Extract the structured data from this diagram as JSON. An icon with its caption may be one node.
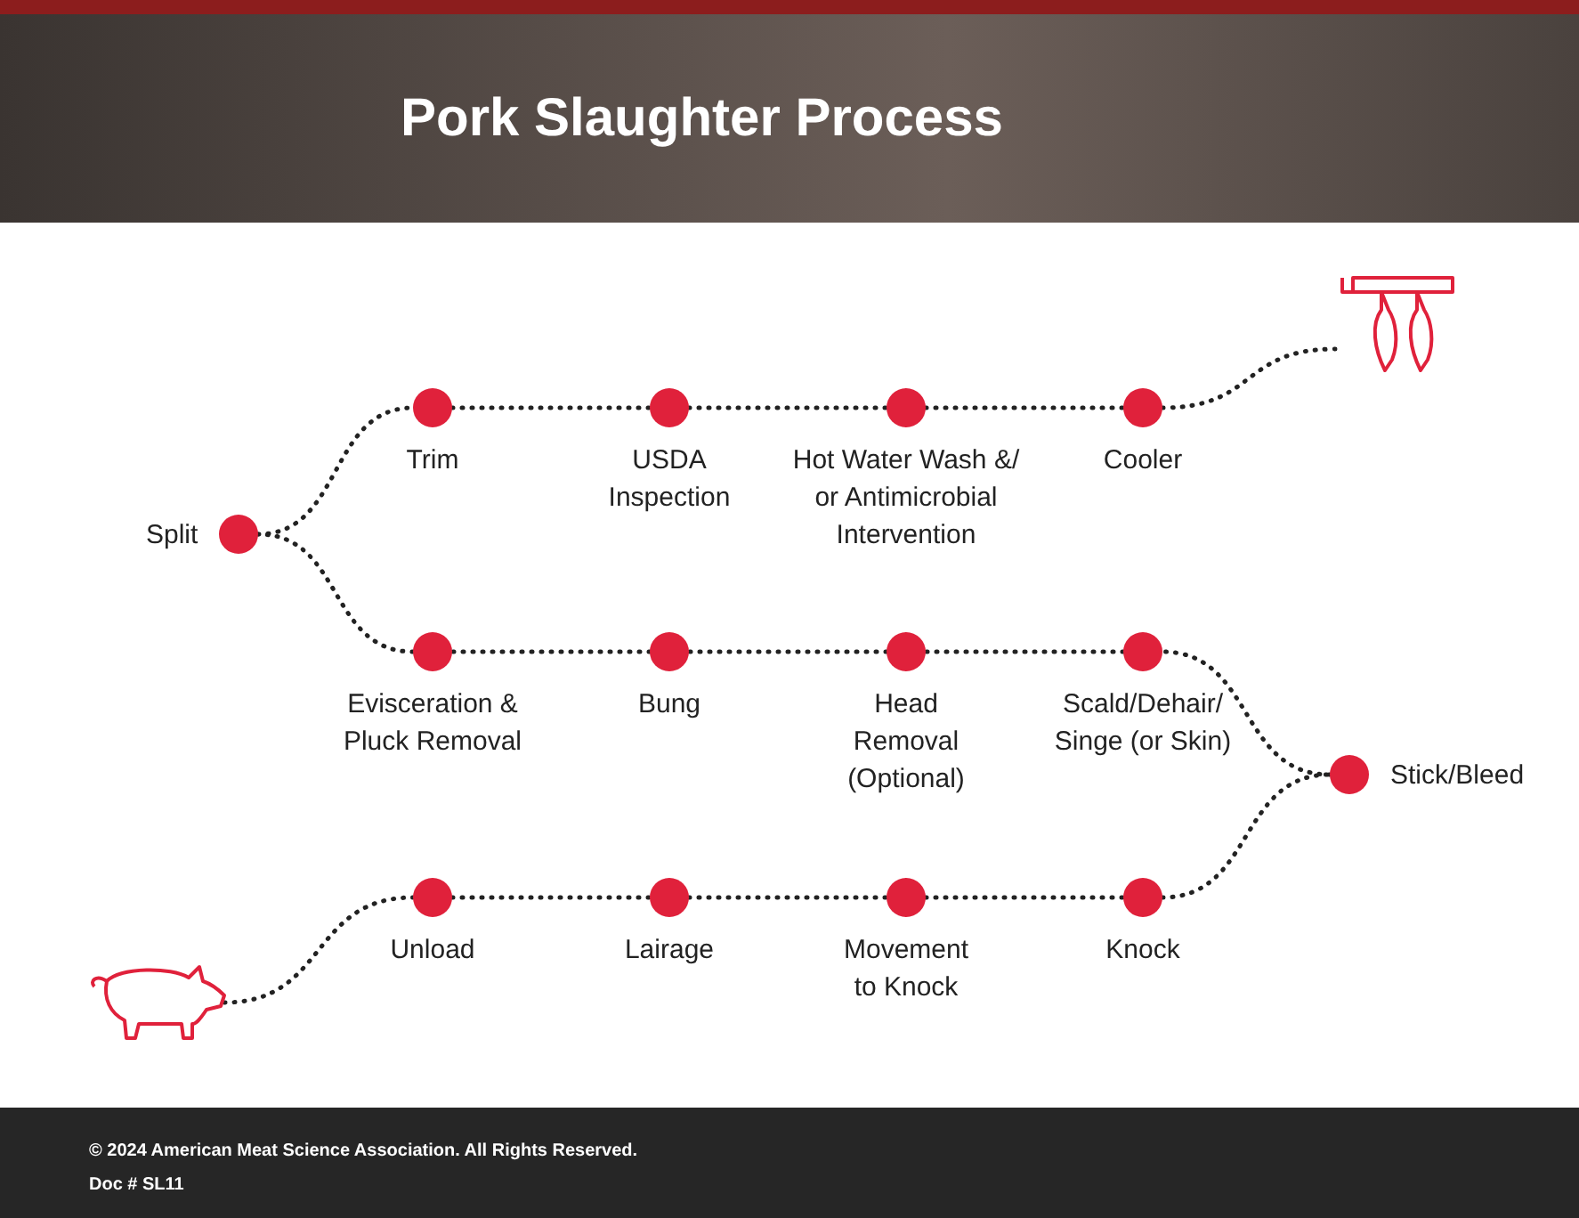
{
  "diagram": {
    "title": "Pork Slaughter Process",
    "nodes": [
      {
        "text": [],
        "shape": "picture"
      },
      {
        "text": [
          "Unload"
        ]
      },
      {
        "text": [
          "Lairage"
        ]
      },
      {
        "text": [
          "Movement to Knock"
        ]
      },
      {
        "text": [
          "Knock"
        ]
      },
      {
        "text": [
          "Stick/Bleed"
        ]
      },
      {
        "text": [
          "Scald/Dehair/ Singe (or Skin)"
        ]
      },
      {
        "text": [
          "Head Removal (Optional)"
        ]
      },
      {
        "text": [
          "Bung"
        ]
      },
      {
        "text": [
          "Evisceration & Pluck Removal"
        ]
      },
      {
        "text": [
          "Split"
        ]
      },
      {
        "text": [
          "Trim"
        ]
      },
      {
        "text": [
          "USDA Inspection"
        ]
      },
      {
        "text": [
          "Hot Water Wash &/ or Antimicrobial Intervention"
        ]
      },
      {
        "text": [
          "Cooler"
        ]
      },
      {
        "text": [],
        "shape": "picture"
      }
    ],
    "edges": [
      {
        "from": 0,
        "to": 1,
        "arrow": "none",
        "style": "dashed"
      },
      {
        "from": 1,
        "to": 2,
        "arrow": "none",
        "style": "dashed"
      },
      {
        "from": 2,
        "to": 3,
        "arrow": "none",
        "style": "dashed"
      },
      {
        "from": 3,
        "to": 4,
        "arrow": "none",
        "style": "dashed"
      },
      {
        "from": 4,
        "to": 5,
        "arrow": "none",
        "style": "dashed"
      },
      {
        "from": 5,
        "to": 6,
        "arrow": "none",
        "style": "dashed"
      },
      {
        "from": 6,
        "to": 7,
        "arrow": "none",
        "style": "dashed"
      },
      {
        "from": 7,
        "to": 8,
        "arrow": "none",
        "style": "dashed"
      },
      {
        "from": 8,
        "to": 9,
        "arrow": "none",
        "style": "dashed"
      },
      {
        "from": 9,
        "to": 10,
        "arrow": "none",
        "style": "dashed"
      },
      {
        "from": 10,
        "to": 11,
        "arrow": "none",
        "style": "dashed"
      },
      {
        "from": 11,
        "to": 12,
        "arrow": "none",
        "style": "dashed"
      },
      {
        "from": 12,
        "to": 13,
        "arrow": "none",
        "style": "dashed"
      },
      {
        "from": 13,
        "to": 14,
        "arrow": "none",
        "style": "dashed"
      },
      {
        "from": 14,
        "to": 15,
        "arrow": "none",
        "style": "dashed"
      }
    ],
    "labels": [
      "© 2024 American Meat Science Association. All Rights Reserved.",
      "Doc # SL11"
    ]
  }
}
